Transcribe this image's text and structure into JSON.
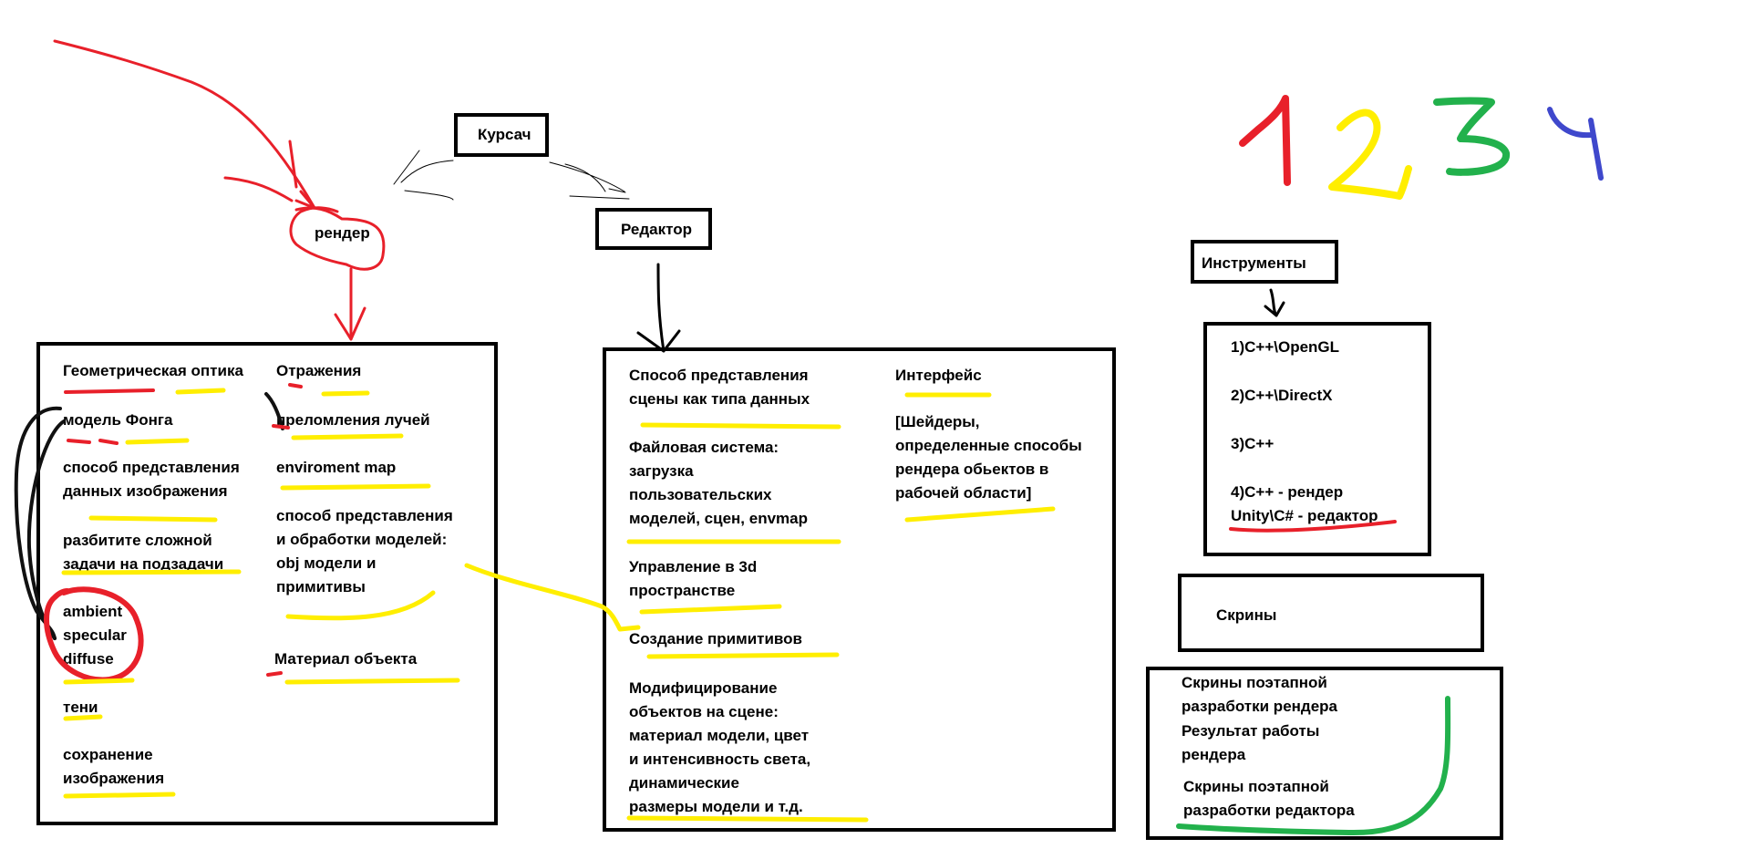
{
  "colors": {
    "red": "#e8202a",
    "yellow": "#ffee00",
    "green": "#22b14c",
    "blue": "#3f48cc",
    "black": "#000000"
  },
  "title": "Курсач",
  "render_label": "рендер",
  "editor_label": "Редактор",
  "tools_label": "Инструменты",
  "screens_label": "Скрины",
  "numbers": [
    "1",
    "2",
    "3",
    "4"
  ],
  "render_col1": [
    "Геометрическая оптика",
    "модель Фонга",
    "способ представления\nданных изображения",
    "разбитите сложной\nзадачи на подзадачи",
    "ambient\n specular\ndiffuse",
    "тени",
    "сохранение\nизображения"
  ],
  "render_col2": [
    "Отражения",
    "преломления лучей",
    "enviroment map",
    "способ представления\nи обработки моделей:\nobj модели и\nпримитивы",
    "Материал объекта"
  ],
  "editor_col1": [
    "Способ представления\nсцены как типа данных",
    "Файловая система:\nзагрузка\nпользовательских\nмоделей, сцен, envmap",
    "Управление в 3d\nпространстве",
    "Создание примитивов",
    "Модифицирование\nобъектов на сцене:\nматериал модели, цвет\nи интенсивность света,\nдинамические\nразмеры модели и т.д."
  ],
  "editor_col2": [
    "Интерфейс",
    "[Шейдеры,\nопределенные способы\nрендера обьектов в\nрабочей области]"
  ],
  "tools_items": [
    "1)C++\\OpenGL",
    "2)C++\\DirectX",
    "3)C++",
    "4)C++ - рендер\nUnity\\C# - редактор"
  ],
  "screens_items": [
    "Скрины поэтапной\nразработки рендера",
    "Результат работы\nрендера",
    "Скрины поэтапной\nразработки редактора"
  ]
}
